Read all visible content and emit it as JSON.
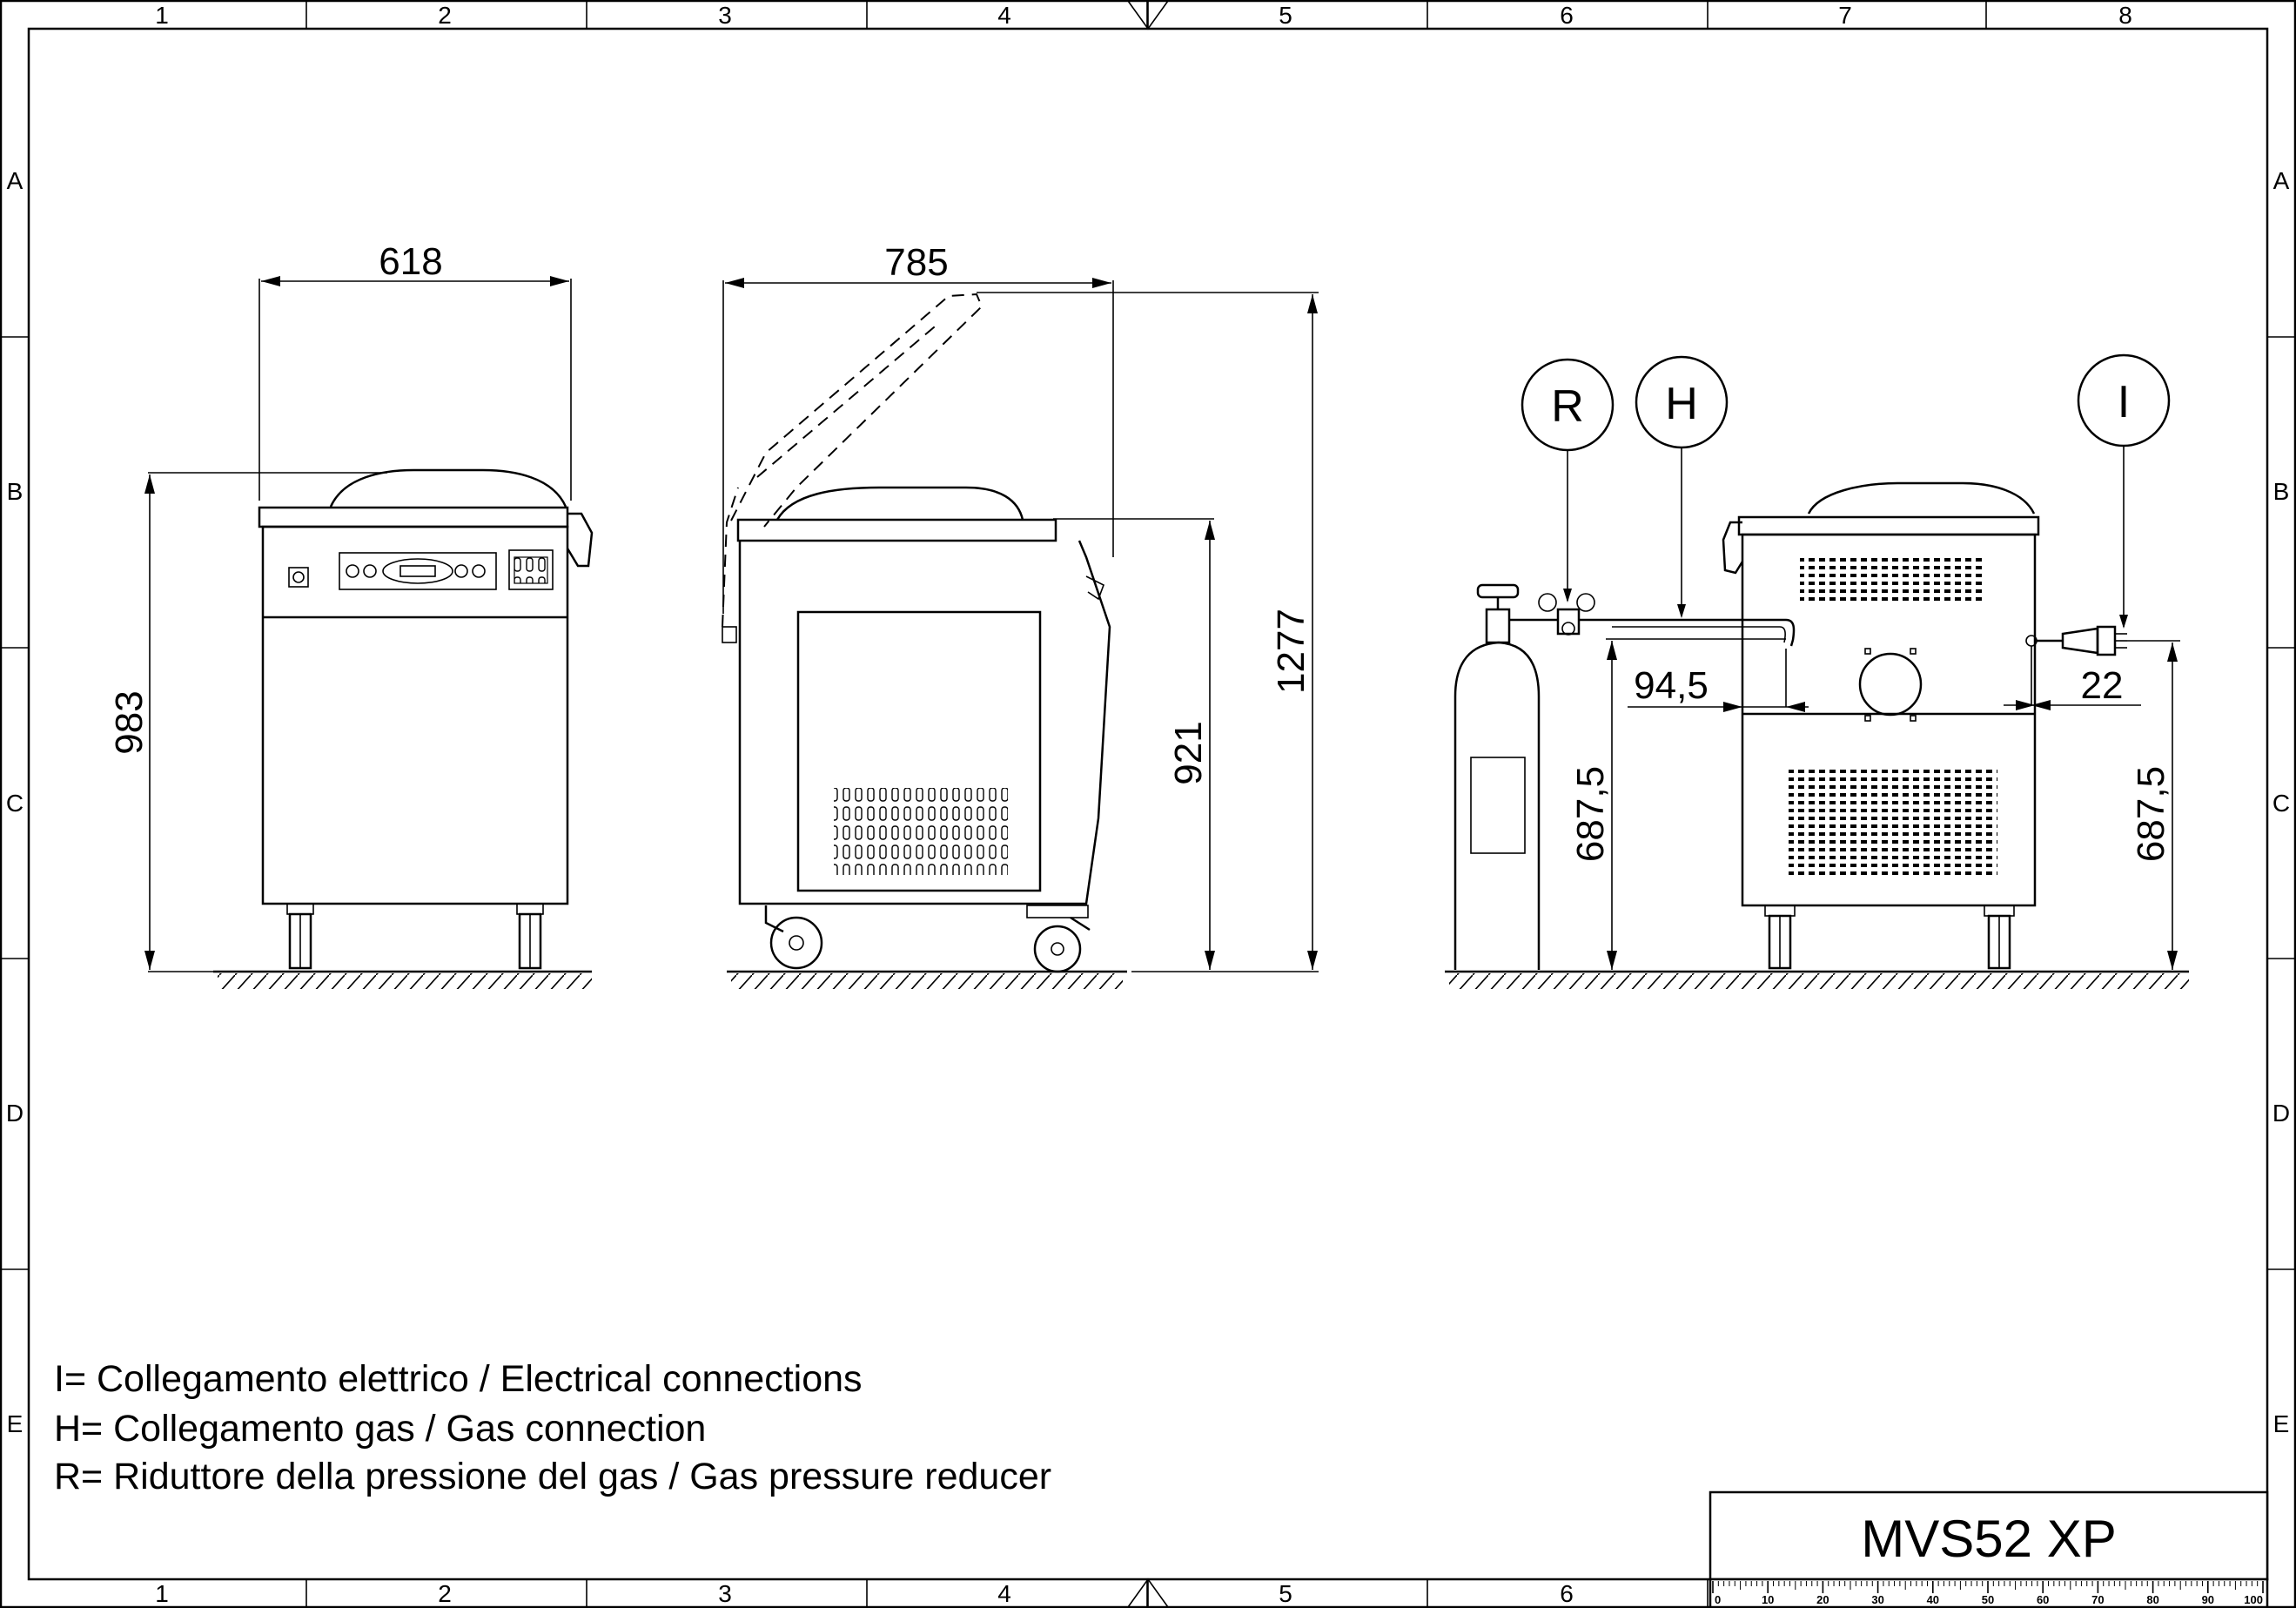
{
  "frame": {
    "columns": [
      "1",
      "2",
      "3",
      "4",
      "5",
      "6",
      "7",
      "8"
    ],
    "rows": [
      "A",
      "B",
      "C",
      "D",
      "E"
    ]
  },
  "dimensions": {
    "front_width": "618",
    "front_height": "983",
    "side_depth": "785",
    "side_height": "921",
    "side_lid_open_height": "1277",
    "rear_gas_offset": "94,5",
    "rear_electric_offset": "22",
    "rear_gas_height": "687,5",
    "rear_electric_height": "687,5"
  },
  "callouts": {
    "reducer": "R",
    "gas": "H",
    "electric": "I"
  },
  "legend": [
    "I= Collegamento elettrico / Electrical connections",
    "H= Collegamento gas / Gas connection",
    "R= Riduttore della pressione del gas / Gas pressure reducer"
  ],
  "title_block": {
    "model": "MVS52 XP",
    "scale_ticks": [
      "0",
      "10",
      "20",
      "30",
      "40",
      "50",
      "60",
      "70",
      "80",
      "90",
      "100"
    ]
  }
}
